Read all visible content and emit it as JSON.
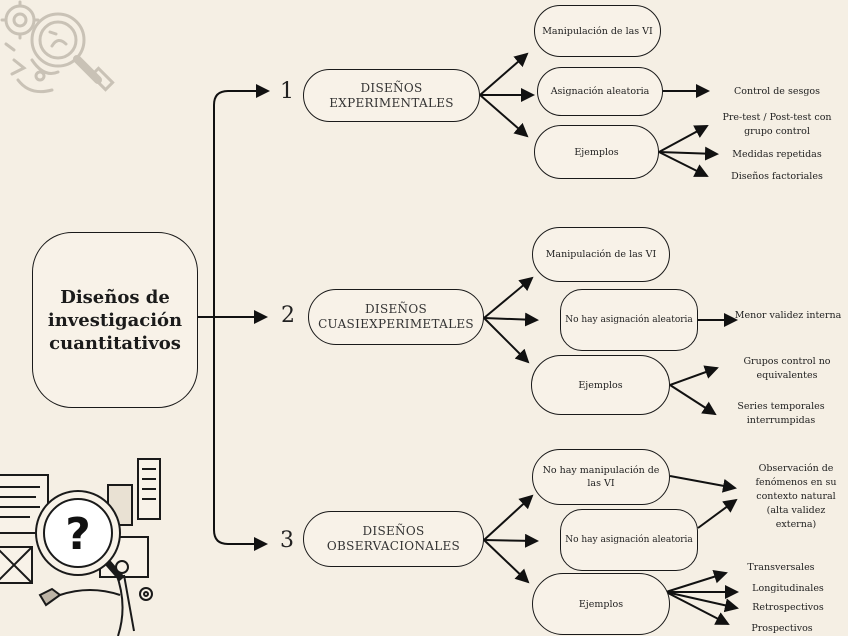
{
  "main": {
    "title": "Diseños de investigación cuantitativos"
  },
  "branches": [
    {
      "number": "1",
      "title": "DISEÑOS EXPERIMENTALES",
      "children": [
        "Manipulación de las VI",
        "Asignación aleatoria",
        "Ejemplos"
      ],
      "assignment_result": "Control de sesgos",
      "examples": [
        "Pre-test / Post-test con grupo control",
        "Medidas repetidas",
        "Diseños factoriales"
      ]
    },
    {
      "number": "2",
      "title": "DISEÑOS CUASIEXPERIMETALES",
      "children": [
        "Manipulación de las VI",
        "No hay asignación aleatoria",
        "Ejemplos"
      ],
      "assignment_result": "Menor validez interna",
      "examples": [
        "Grupos control no equivalentes",
        "Series temporales interrumpidas"
      ]
    },
    {
      "number": "3",
      "title": "DISEÑOS OBSERVACIONALES",
      "children": [
        "No hay manipulación de las VI",
        "No hay asignación aleatoria",
        "Ejemplos"
      ],
      "assignment_result": "Observación de fenómenos en su contexto natural (alta validez externa)",
      "examples": [
        "Transversales",
        "Longitudinales",
        "Retrospectivos",
        "Prospectivos"
      ]
    }
  ]
}
